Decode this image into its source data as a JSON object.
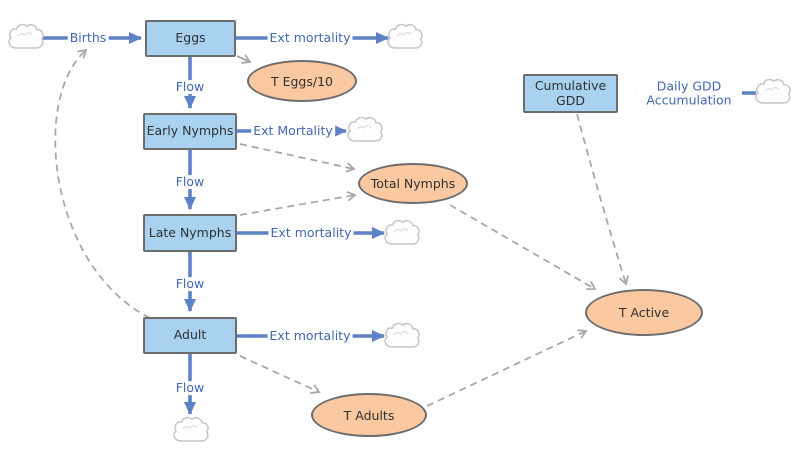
{
  "colors": {
    "background": "#ffffff",
    "stock_fill": "#a9d2f1",
    "converter_fill": "#fbc9a1",
    "node_border": "#6d6d6d",
    "node_text": "#303030",
    "flow_blue": "#5d82c5",
    "label_blue": "#4168b3",
    "link_gray": "#a8a8a8",
    "cloud_stroke": "#c6c6c6"
  },
  "stocks": {
    "eggs": "Eggs",
    "early_nymphs": "Early Nymphs",
    "late_nymphs": "Late Nymphs",
    "adult": "Adult",
    "cumulative_gdd": "Cumulative GDD"
  },
  "converters": {
    "t_eggs_10": "T Eggs/10",
    "total_nymphs": "Total Nymphs",
    "t_adults": "T Adults",
    "t_active": "T Active"
  },
  "flow_labels": {
    "births": "Births",
    "eggs_ext_mortality": "Ext mortality",
    "eggs_flow": "Flow",
    "early_ext_mortality": "Ext Mortality",
    "early_flow": "Flow",
    "late_ext_mortality": "Ext mortality",
    "late_flow": "Flow",
    "adult_ext_mortality": "Ext mortality",
    "adult_flow": "Flow",
    "daily_gdd_accumulation": "Daily GDD Accumulation"
  }
}
